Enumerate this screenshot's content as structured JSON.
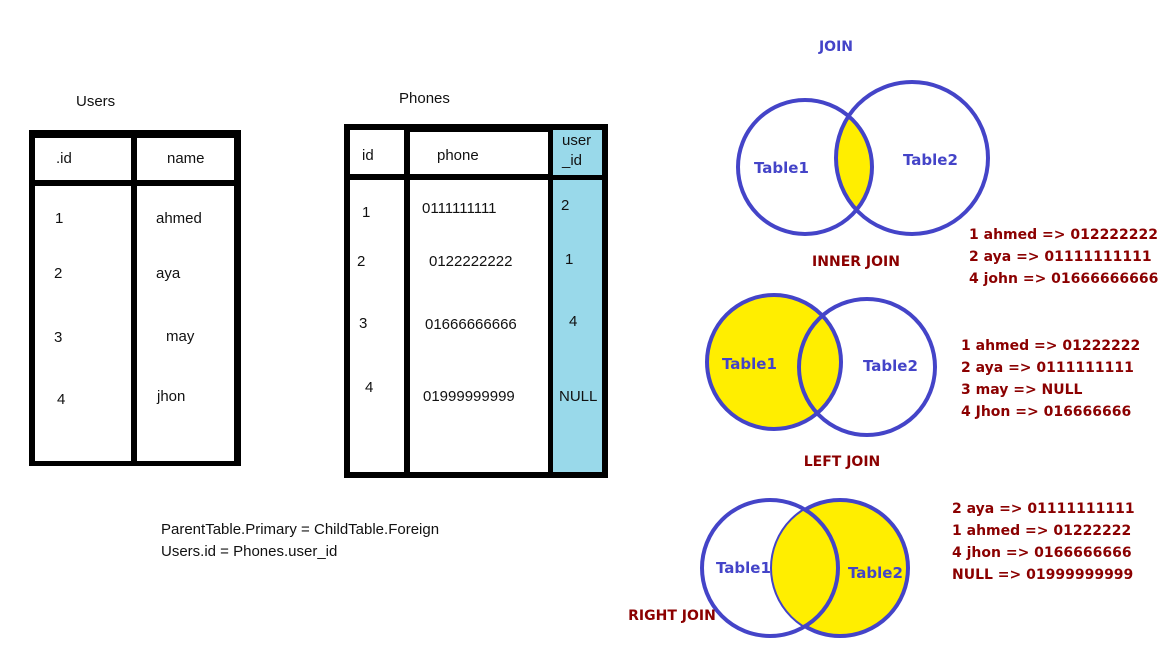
{
  "users": {
    "caption": "Users",
    "headers": [
      ".id",
      "name"
    ],
    "rows": [
      [
        "1",
        "ahmed"
      ],
      [
        "2",
        "aya"
      ],
      [
        "3",
        "may"
      ],
      [
        "4",
        "jhon"
      ]
    ]
  },
  "phones": {
    "caption": "Phones",
    "headers": [
      "id",
      "phone",
      "user\n_id"
    ],
    "rows": [
      [
        "1",
        "0111111111",
        "2"
      ],
      [
        "2",
        "0122222222",
        "1"
      ],
      [
        "3",
        "01666666666",
        "4"
      ],
      [
        "4",
        "01999999999",
        "NULL"
      ]
    ]
  },
  "formula": [
    "ParentTable.Primary = ChildTable.Foreign",
    "Users.id = Phones.user_id"
  ],
  "joins": {
    "title": "JOIN",
    "table1": "Table1",
    "table2": "Table2",
    "inner": {
      "label": "INNER JOIN",
      "results": [
        "1 ahmed => 012222222",
        "2 aya => 01111111111",
        "4 john => 01666666666"
      ]
    },
    "left": {
      "label": "LEFT JOIN",
      "results": [
        "1 ahmed => 01222222",
        "2 aya => 0111111111",
        "3 may => NULL",
        "4 Jhon => 016666666"
      ]
    },
    "right": {
      "label": "RIGHT JOIN",
      "results": [
        "2 aya => 01111111111",
        "1 ahmed => 01222222",
        "4 jhon => 0166666666",
        "NULL => 01999999999"
      ]
    }
  },
  "colors": {
    "circle_stroke": "#4444c8",
    "fill": "#ffee00",
    "label": "#4444c8",
    "result": "#8b0000",
    "fk_column": "#99d9ea"
  }
}
